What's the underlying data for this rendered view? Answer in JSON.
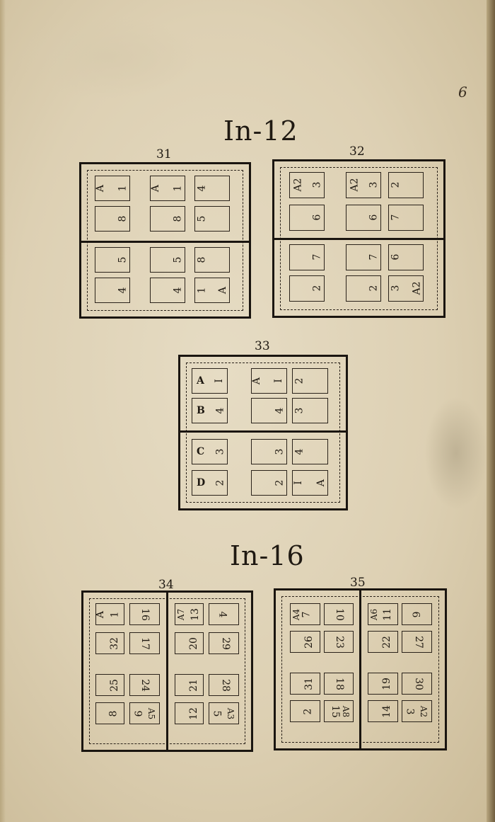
{
  "page": {
    "folio": "6"
  },
  "sections": [
    {
      "id": "in-12",
      "title": "In-12"
    },
    {
      "id": "in-16",
      "title": "In-16"
    }
  ],
  "figures": [
    {
      "number": "31"
    },
    {
      "number": "32"
    },
    {
      "number": "33"
    },
    {
      "number": "34"
    },
    {
      "number": "35"
    }
  ],
  "cells": {
    "f31": [
      "A",
      "1",
      "A",
      "1",
      "4",
      "8",
      "8",
      "5",
      "5",
      "5",
      "8",
      "4",
      "4",
      "1",
      "A"
    ],
    "f32": [
      "A2",
      "3",
      "A2",
      "3",
      "2",
      "6",
      "6",
      "7",
      "7",
      "7",
      "6",
      "2",
      "2",
      "3",
      "A2"
    ],
    "f33": [
      "A",
      "I",
      "A",
      "I",
      "2",
      "B",
      "4",
      "4",
      "3",
      "C",
      "3",
      "3",
      "4",
      "D",
      "2",
      "2",
      "I",
      "A"
    ],
    "f34": [
      "A",
      "1",
      "16",
      "A7",
      "13",
      "4",
      "32",
      "17",
      "20",
      "29",
      "25",
      "24",
      "21",
      "28",
      "8",
      "9",
      "A5",
      "12",
      "5",
      "A3"
    ],
    "f35": [
      "A4",
      "7",
      "10",
      "A6",
      "11",
      "6",
      "26",
      "23",
      "22",
      "27",
      "31",
      "18",
      "19",
      "30",
      "2",
      "15",
      "A8",
      "14",
      "3",
      "A2"
    ]
  }
}
